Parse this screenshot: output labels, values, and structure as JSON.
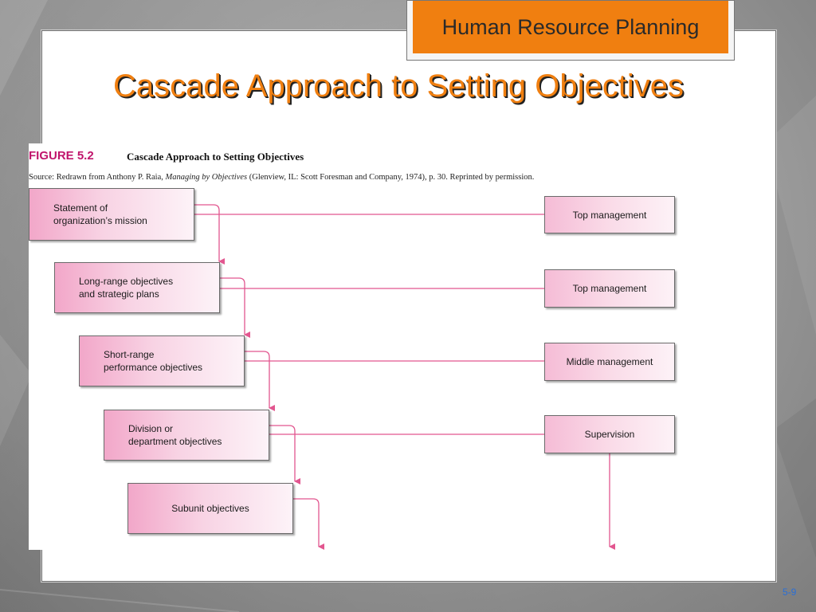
{
  "slide": {
    "header": "Human Resource Planning",
    "title": "Cascade Approach to Setting Objectives",
    "page_number": "5-9"
  },
  "figure": {
    "label": "FIGURE 5.2",
    "title": "Cascade Approach to Setting Objectives",
    "source_prefix": "Source: Redrawn from Anthony P. Raia, ",
    "source_italic": "Managing by Objectives",
    "source_suffix": " (Glenview, IL: Scott Foresman and Company, 1974), p. 30. Reprinted by permission.",
    "objectives": [
      "Statement of\norganization’s mission",
      "Long-range objectives\nand strategic plans",
      "Short-range\nperformance objectives",
      "Division or\ndepartment objectives",
      "Subunit objectives"
    ],
    "levels": [
      "Top management",
      "Top management",
      "Middle management",
      "Supervision"
    ]
  },
  "colors": {
    "accent_orange": "#f07f10",
    "figure_magenta": "#c0156c",
    "connector_pink": "#e2568f"
  }
}
